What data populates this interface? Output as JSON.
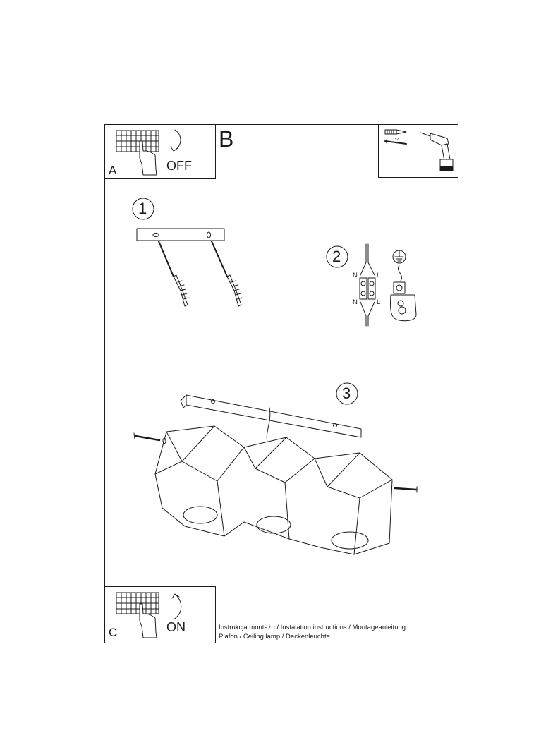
{
  "panel_a": {
    "label": "A",
    "action": "OFF"
  },
  "panel_b": {
    "label": "B"
  },
  "panel_c": {
    "label": "C",
    "action": "ON"
  },
  "tools": {
    "dowel_count": "x2"
  },
  "steps": [
    {
      "number": "1"
    },
    {
      "number": "2",
      "wires": {
        "neutral": "N",
        "live": "L"
      }
    },
    {
      "number": "3"
    }
  ],
  "caption": {
    "line1": "Instrukcja montażu / Instalation instructions / Montageanleitung",
    "line2": "Plafon / Ceiling lamp / Deckenleuchte"
  }
}
